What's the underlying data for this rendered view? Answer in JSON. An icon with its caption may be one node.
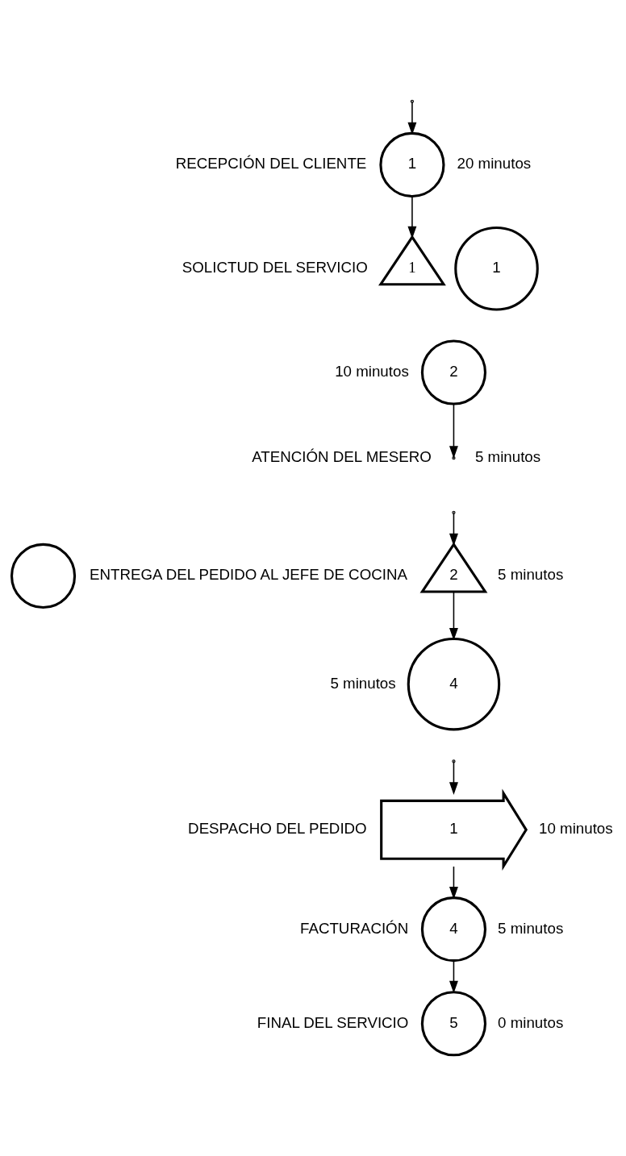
{
  "diagram": {
    "nodes": [
      {
        "text": [
          "1"
        ],
        "beside": [
          "RECEPCIÓN DEL CLIENTE",
          "20 minutos"
        ]
      },
      {
        "text": [
          "1"
        ]
      },
      {
        "text": [
          "1"
        ],
        "beside": [
          "SOLICTUD DEL SERVICIO"
        ]
      },
      {
        "text": [
          "2"
        ],
        "beside": [
          "10 minutos"
        ]
      },
      {
        "text": [],
        "shape": "circle"
      },
      {
        "text": [
          "2"
        ],
        "beside": [
          "ENTREGA DEL PEDIDO AL JEFE DE COCINA",
          "5 minutos"
        ]
      },
      {
        "text": [
          "4"
        ],
        "beside": [
          "5 minutos"
        ]
      },
      {
        "text": [
          "1"
        ],
        "beside": [
          "DESPACHO DEL PEDIDO",
          "10 minutos"
        ]
      },
      {
        "text": [
          "4"
        ],
        "beside": [
          "FACTURACIÓN",
          "5 minutos"
        ]
      },
      {
        "text": [
          "5"
        ],
        "beside": [
          "FINAL DEL SERVICIO",
          "0 minutos"
        ]
      }
    ],
    "edges": [
      {
        "from": null,
        "to": 0,
        "arrow": "to"
      },
      {
        "from": 0,
        "to": 2,
        "arrow": "to"
      },
      {
        "from": 3,
        "to": null,
        "arrow": "to"
      },
      {
        "from": null,
        "to": 5,
        "arrow": "to"
      },
      {
        "from": 5,
        "to": 6,
        "arrow": "to"
      },
      {
        "from": null,
        "to": 7,
        "arrow": "to"
      },
      {
        "from": 7,
        "to": 8,
        "arrow": "to"
      },
      {
        "from": 8,
        "to": 9,
        "arrow": "to"
      }
    ],
    "labels": [
      "ATENCIÓN DEL MESERO",
      "5 minutos"
    ]
  }
}
